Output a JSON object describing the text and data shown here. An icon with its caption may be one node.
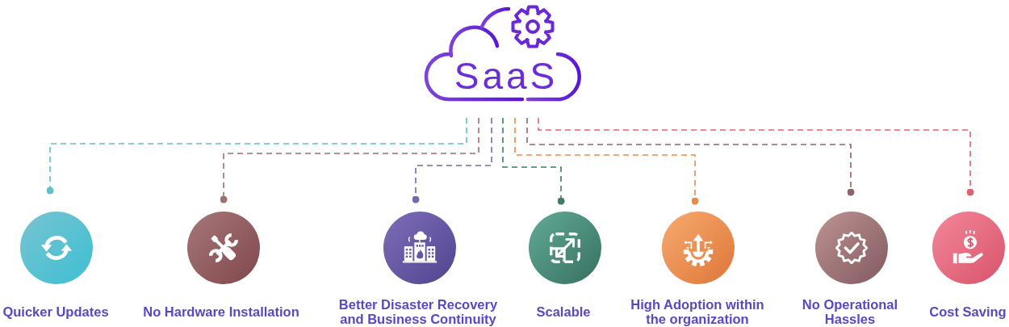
{
  "diagram": {
    "nodes": [
      {
        "text": [
          "SaaS"
        ]
      },
      {
        "text": [
          "Quicker Updates"
        ]
      },
      {
        "text": [
          "No Hardware Installation"
        ]
      },
      {
        "text": [
          "Better Disaster Recovery and Business Continuity"
        ]
      },
      {
        "text": [
          "Scalable"
        ]
      },
      {
        "text": [
          "High Adoption within the organization"
        ]
      },
      {
        "text": [
          "No Operational Hassles"
        ]
      },
      {
        "text": [
          "Cost Saving"
        ]
      }
    ],
    "edges": [
      {
        "from": 0,
        "to": 1,
        "arrow": "other",
        "style": "dashed",
        "color": "#5fc0cc"
      },
      {
        "from": 0,
        "to": 2,
        "arrow": "other",
        "style": "dashed",
        "color": "#9e6f6f"
      },
      {
        "from": 0,
        "to": 3,
        "arrow": "other",
        "style": "dashed",
        "color": "#7467b0"
      },
      {
        "from": 0,
        "to": 4,
        "arrow": "other",
        "style": "dashed",
        "color": "#3f7b69"
      },
      {
        "from": 0,
        "to": 5,
        "arrow": "other",
        "style": "dashed",
        "color": "#ea8b45"
      },
      {
        "from": 0,
        "to": 6,
        "arrow": "other",
        "style": "dashed",
        "color": "#8f6468"
      },
      {
        "from": 0,
        "to": 7,
        "arrow": "other",
        "style": "dashed",
        "color": "#e0616f"
      }
    ]
  }
}
